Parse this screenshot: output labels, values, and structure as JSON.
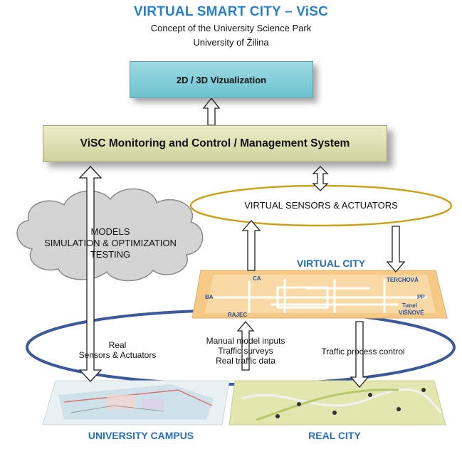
{
  "header": {
    "title": "VIRTUAL SMART CITY – ViSC",
    "subtitle1": "Concept of the University Science Park",
    "subtitle2": "University of Žilina"
  },
  "boxes": {
    "visualization": "2D / 3D Vizualization",
    "monitoring": "ViSC Monitoring and Control / Management System"
  },
  "sensors_ellipse": "VIRTUAL SENSORS & ACTUATORS",
  "cloud": {
    "line1": "MODELS",
    "line2": "SIMULATION & OPTIMIZATION",
    "line3": "TESTING"
  },
  "virtual_city": {
    "title": "VIRTUAL CITY",
    "nodes": [
      "CA",
      "TERCHOVÁ",
      "BA",
      "PP",
      "Tunel",
      "VIŠŇOVÉ",
      "RAJEC"
    ]
  },
  "connections": {
    "left_line1": "Real",
    "left_line2": "Sensors & Actuators",
    "mid_line1": "Manual model inputs",
    "mid_line2": "Traffic surveys",
    "mid_line3": "Real traffic data",
    "right": "Traffic process control"
  },
  "bottom": {
    "campus": "UNIVERSITY CAMPUS",
    "city": "REAL CITY"
  }
}
